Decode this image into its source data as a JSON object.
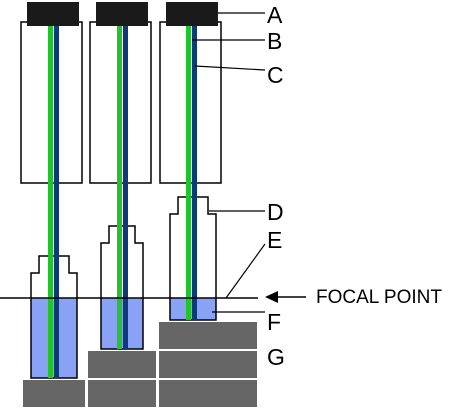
{
  "labels": {
    "a": "A",
    "b": "B",
    "c": "C",
    "d": "D",
    "e": "E",
    "f": "F",
    "g": "G"
  },
  "focal_point": "FOCAL POINT",
  "colors": {
    "cap": "#1a1a1a",
    "fiber_green": "#22c32b",
    "fiber_blue": "#0d3a7a",
    "liquid": "#8aa2f5",
    "stage": "#666666",
    "outline": "#000000"
  }
}
